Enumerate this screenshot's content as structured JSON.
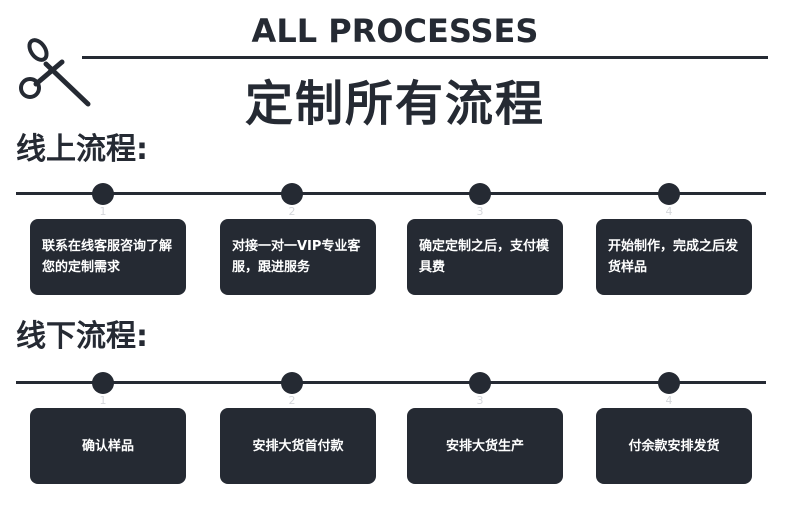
{
  "header": {
    "title_en": "ALL PROCESSES",
    "title_cn": "定制所有流程",
    "logo_icon": "scissors-icon"
  },
  "online": {
    "heading": "线上流程:",
    "steps": [
      {
        "num": "1",
        "text": "联系在线客服咨询了解您的定制需求"
      },
      {
        "num": "2",
        "text": "对接一对一VIP专业客服，跟进服务"
      },
      {
        "num": "3",
        "text": "确定定制之后，支付模具费"
      },
      {
        "num": "4",
        "text": "开始制作，完成之后发货样品"
      }
    ]
  },
  "offline": {
    "heading": "线下流程:",
    "steps": [
      {
        "num": "1",
        "text": "确认样品"
      },
      {
        "num": "2",
        "text": "安排大货首付款"
      },
      {
        "num": "3",
        "text": "安排大货生产"
      },
      {
        "num": "4",
        "text": "付余款安排发货"
      }
    ]
  },
  "colors": {
    "dark": "#252a33",
    "background": "#ffffff",
    "text_on_card": "#ffffff"
  }
}
